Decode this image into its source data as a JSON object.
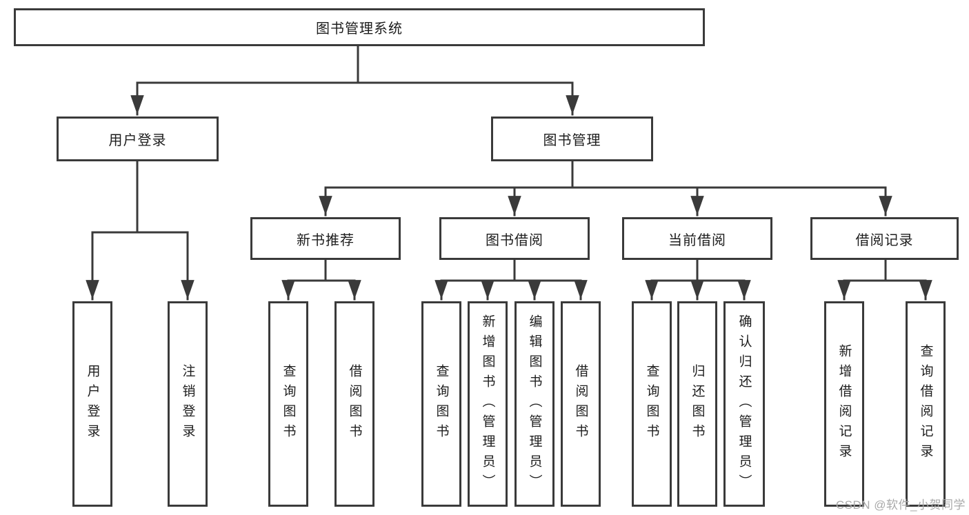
{
  "diagram": {
    "title": "图书管理系统",
    "level2": {
      "user_login": "用户登录",
      "book_mgmt": "图书管理"
    },
    "level3": {
      "new_book_rec": "新书推荐",
      "book_borrow": "图书借阅",
      "current_borrow": "当前借阅",
      "borrow_records": "借阅记录"
    },
    "leaves": {
      "user_login": "用户登录",
      "logout": "注销登录",
      "rec_query_books": "查询图书",
      "rec_borrow_books": "借阅图书",
      "bb_query_books": "查询图书",
      "bb_add_books_admin": "新增图书（管理员）",
      "bb_edit_books_admin": "编辑图书（管理员）",
      "bb_borrow_books": "借阅图书",
      "cur_query_books": "查询图书",
      "cur_return_books": "归还图书",
      "cur_confirm_return_admin": "确认归还（管理员）",
      "hist_add_record": "新增借阅记录",
      "hist_query_record": "查询借阅记录"
    }
  },
  "watermark": "CSDN @软件_小贺同学",
  "colors": {
    "line": "#3a3a3a",
    "text": "#1d1d1d",
    "watermark": "#a9a9a9",
    "background": "#ffffff"
  }
}
